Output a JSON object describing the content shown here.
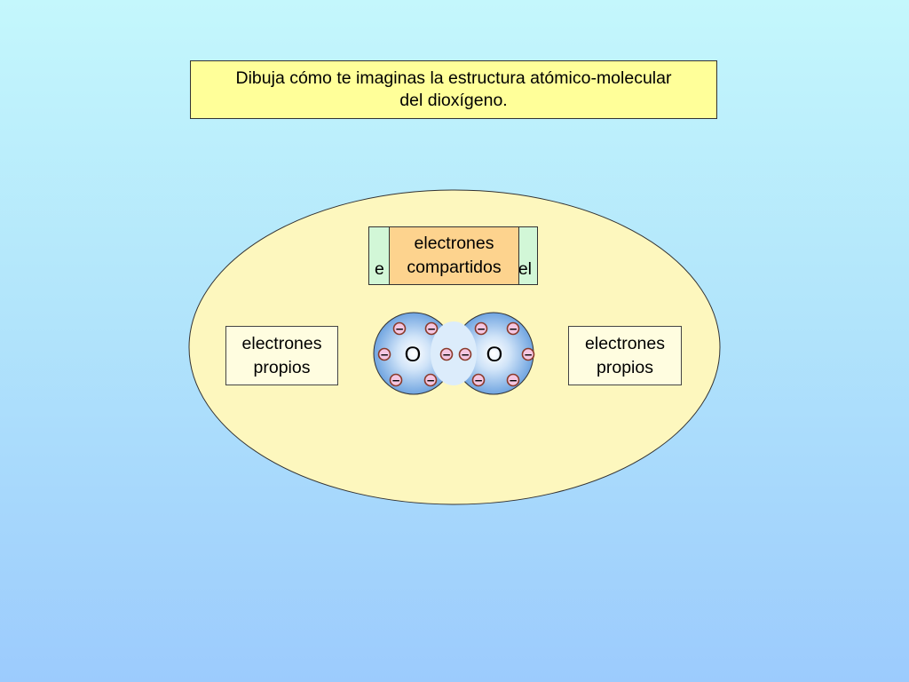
{
  "title": {
    "line1": "Dibuja cómo te imaginas la estructura atómico-molecular",
    "line2": "del dioxígeno."
  },
  "hidden_box": {
    "left_fragment": "e",
    "right_fragment": "el"
  },
  "shared_label": {
    "line1": "electrones",
    "line2": "compartidos"
  },
  "left_label": {
    "line1": "electrones",
    "line2": "propios"
  },
  "right_label": {
    "line1": "electrones",
    "line2": "propios"
  },
  "molecule": {
    "atom_left": "O",
    "atom_right": "O",
    "electron_symbol": "−"
  },
  "colors": {
    "ellipse_fill": "#fdf7be",
    "title_fill": "#ffff99",
    "molecule_fill": "#4f8fd8",
    "electron_fill": "#f5c6e1",
    "electron_stroke": "#8a3a2a",
    "shared_fill": "#fdd38e",
    "hidden_fill": "#d2f7d7"
  }
}
